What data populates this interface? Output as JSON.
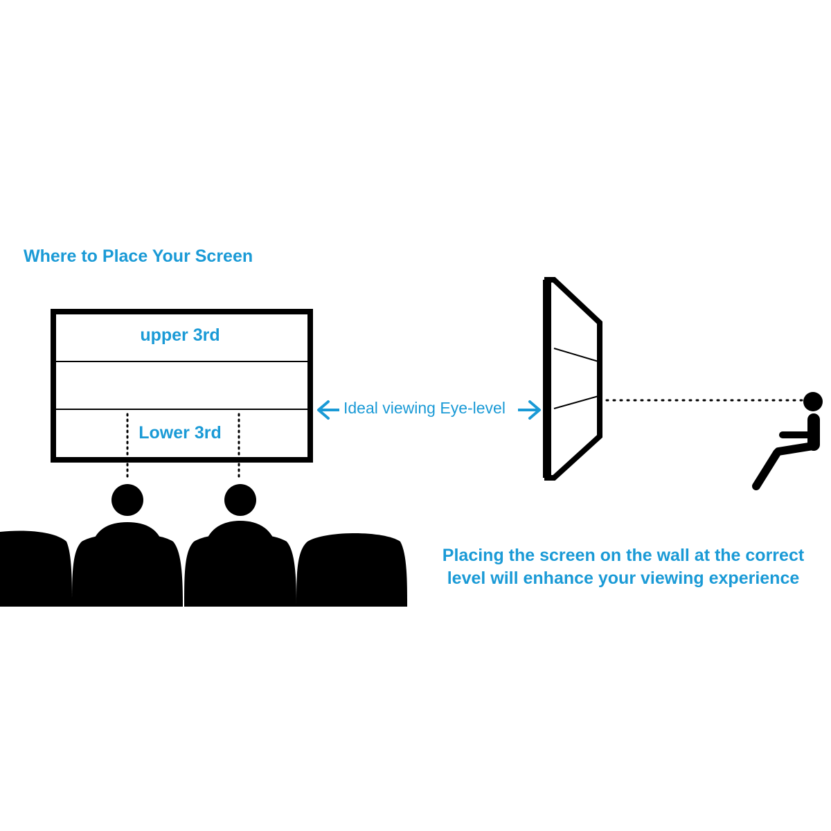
{
  "title": "Where to Place Your Screen",
  "screen": {
    "upper_label": "upper 3rd",
    "lower_label": "Lower 3rd"
  },
  "eye_level_label": "Ideal viewing Eye-level",
  "caption": {
    "line1": "Placing the screen on the wall at the correct",
    "line2": "level will enhance your viewing experience"
  },
  "colors": {
    "accent": "#1a9ad6",
    "ink": "#000000",
    "background": "#ffffff"
  },
  "icons": [
    "arrow-left-icon",
    "arrow-right-icon",
    "person-head-icon",
    "seated-person-icon",
    "theater-seat-icon"
  ]
}
